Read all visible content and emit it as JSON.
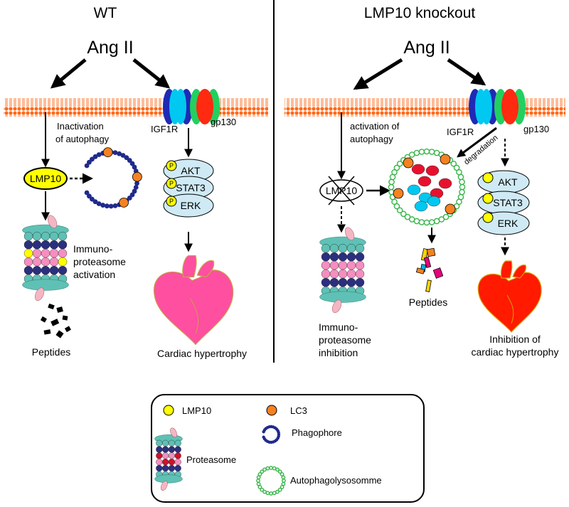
{
  "panels": {
    "wt_title": "WT",
    "ko_title": "LMP10  knockout"
  },
  "wt": {
    "ang": "Ang II",
    "igf1r": "IGF1R",
    "gp130": "gp130",
    "inactivation_1": "Inactivation",
    "inactivation_2": "of autophagy",
    "lmp10": "LMP10",
    "akt": "AKT",
    "stat3": "STAT3",
    "erk": "ERK",
    "p": "P",
    "immuno_1": "Immuno-",
    "immuno_2": "proteasome",
    "immuno_3": "activation",
    "peptides": "Peptides",
    "cardiac": "Cardiac hypertrophy"
  },
  "ko": {
    "ang": "Ang II",
    "igf1r": "IGF1R",
    "gp130": "gp130",
    "activation_1": "activation of",
    "activation_2": "autophagy",
    "degradation": "degradation",
    "lmp10": "LMP10",
    "akt": "AKT",
    "stat3": "STAT3",
    "erk": "ERK",
    "peptides": "Peptides",
    "immuno_1": "Immuno-",
    "immuno_2": "proteasome",
    "immuno_3": "inhibition",
    "inhib_1": "Inhibition of",
    "inhib_2": "cardiac hypertrophy"
  },
  "legend": {
    "lmp10": "LMP10",
    "lc3": "LC3",
    "phagophore": "Phagophore",
    "proteasome": "Proteasome",
    "autophago": "Autophagolysosomme"
  },
  "colors": {
    "membrane": "#ff6a1a",
    "lmp10_yellow": "#ffff00",
    "lc3_orange": "#f58220",
    "phagophore_blue": "#1f2a8c",
    "auto_green": "#39b54a",
    "heart_pink": "#ff4fa0",
    "heart_red": "#ff1a00",
    "kinase_fill": "#cfeaf5",
    "proteasome_teal": "#5fc1b5",
    "proteasome_navy": "#2b2f7f",
    "proteasome_pink": "#f48fbf"
  }
}
